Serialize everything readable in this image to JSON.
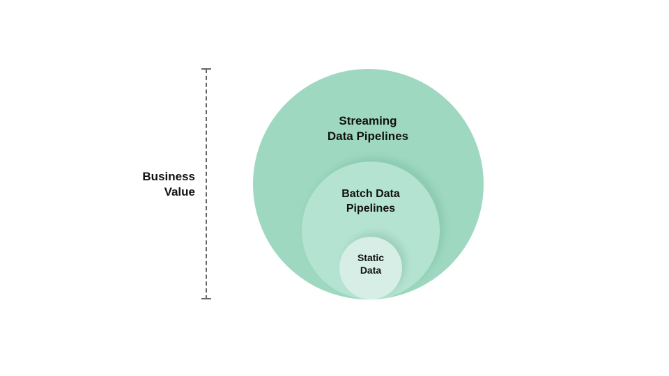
{
  "diagram": {
    "axis_label": "Business Value",
    "layers": [
      {
        "label_line1": "Streaming",
        "label_line2": "Data Pipelines",
        "color": "#9ed8c1"
      },
      {
        "label_line1": "Batch Data",
        "label_line2": "Pipelines",
        "color": "#b5e3d1"
      },
      {
        "label_line1": "Static",
        "label_line2": "Data",
        "color": "#d6eee5"
      }
    ],
    "axis_label_line1": "Business",
    "axis_label_line2": "Value"
  }
}
